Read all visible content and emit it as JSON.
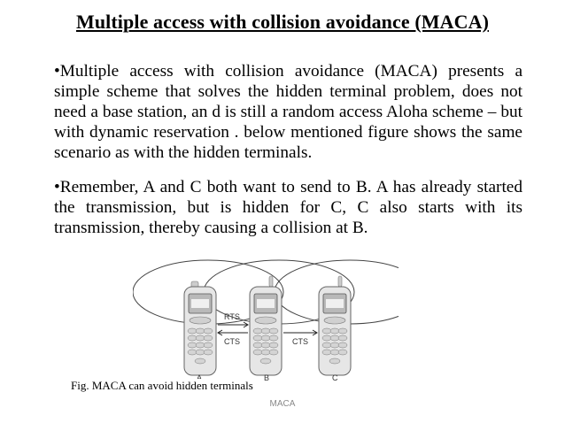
{
  "slide": {
    "title": "Multiple access with collision avoidance (MACA)",
    "paragraphs": [
      "•Multiple access with collision avoidance (MACA) presents a simple scheme that solves the hidden terminal problem, does not need a base station, an d is still a random access Aloha scheme – but with dynamic reservation . below mentioned figure shows the same scenario as with the hidden terminals.",
      "•Remember, A and C both want to send to B. A has already started the transmission, but is hidden for C, C also starts with its transmission, thereby causing a collision at B."
    ],
    "caption": "Fig. MACA can avoid hidden terminals",
    "footer": "MACA"
  },
  "figure": {
    "labels": {
      "rts": "RTS",
      "cts_left": "CTS",
      "cts_right": "CTS",
      "node_a": "A",
      "node_b": "B",
      "node_c": "C"
    }
  }
}
